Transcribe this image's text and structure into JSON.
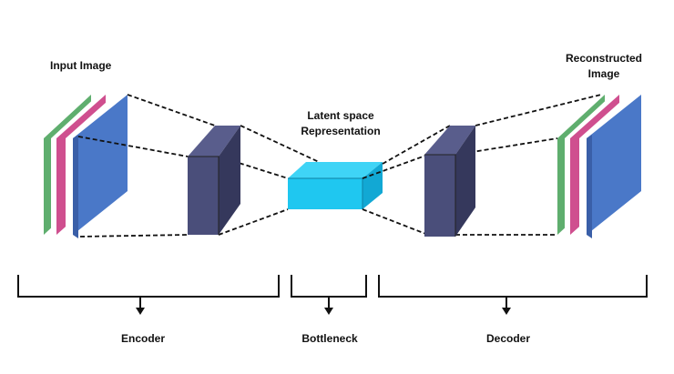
{
  "diagram": {
    "input_label": "Input Image",
    "latent_label_line1": "Latent space",
    "latent_label_line2": "Representation",
    "output_label_line1": "Reconstructed",
    "output_label_line2": "Image",
    "encoder_label": "Encoder",
    "bottleneck_label": "Bottleneck",
    "decoder_label": "Decoder"
  },
  "colors": {
    "green": "#5fae6e",
    "pink": "#cf4f8f",
    "blue": "#4a78c8",
    "navy": "#4a4e7a",
    "navy_dark": "#35385c",
    "cyan": "#1fc7f0",
    "cyan_dark": "#12a8d4",
    "line": "#111111"
  }
}
